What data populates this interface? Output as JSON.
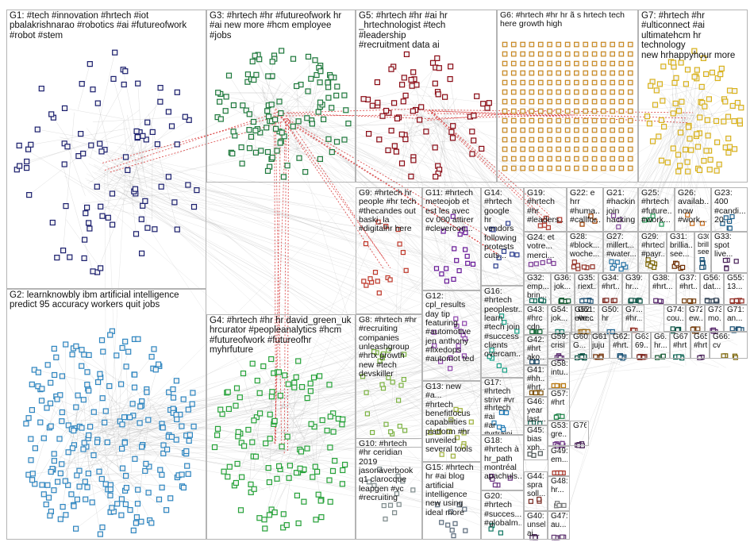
{
  "groups": [
    {
      "id": "G1",
      "label": "G1: #tech #innovation #hrtech #iot\npbalakrishnarao #robotics #ai #futureofwork\n#robot #stem",
      "color": "#1b1f6e"
    },
    {
      "id": "G2",
      "label": "G2: learnknowbly ibm artificial intelligence\npredict 95 accuracy workers quit jobs",
      "color": "#2e86c1"
    },
    {
      "id": "G3",
      "label": "G3: #hrtech #hr #futureofwork hr\n#ai new more #hcm employee\n#jobs",
      "color": "#1e7a3c"
    },
    {
      "id": "G4",
      "label": "G4: #hrtech #hr hr david_green_uk\nhrcurator #peopleanalytics #hcm\n#futureofwork #futureofhr\nmyhrfuture",
      "color": "#27a33a"
    },
    {
      "id": "G5",
      "label": "G5: #hrtech #hr #ai hr\n_hrtechnologist #tech #leadership\n#recruitment data ai",
      "color": "#8b0a14"
    },
    {
      "id": "G6",
      "label": "G6: #hrtech #hr hr ã s hrtech tech\nhere growth high",
      "color": "#c8871e"
    },
    {
      "id": "G7",
      "label": "G7: #hrtech #hr\n#ulticonnect #ai\nultimatehcm hr technology\nnew hrhappyhour more",
      "color": "#d9b21c"
    },
    {
      "id": "G8",
      "label": "G8: #hrtech #hr\n#recruiting\ncompanies\nunleashgroup\n#hrtx growth\nnew #tech\ndevskiller",
      "color": "#7cb342"
    },
    {
      "id": "G9",
      "label": "G9: #hrtech hr\npeople #hr tech\n#thecandes out\nbaski_la\n#digitalhr here",
      "color": "#c0392b"
    },
    {
      "id": "G10",
      "label": "G10: #hrtech\n#hr ceridian\n2019\njasonaverbook\nq1 clarocque\nleapgen #vc\n#recruiting",
      "color": "#7f8c8d"
    },
    {
      "id": "G11",
      "label": "G11: #hrtech\nmeteojob et\nest les avec\ncv 000 attirer\n#clevercon...",
      "color": "#6a1b9a"
    },
    {
      "id": "G12",
      "label": "G12:\ncpl_results\nday tip\nfeaturing\n#automotive\njen anthony\n#fixedops\n#automot ted",
      "color": "#8e44ad"
    },
    {
      "id": "G13",
      "label": "G13: new #a...\n#hrtech\nbenefitfocus\ncapabilities\nplatform #hr\nunveiled\nseveral tools",
      "color": "#9fb23c"
    },
    {
      "id": "G14",
      "label": "G14:\n#hrtech\ngoogle\nhr\nvendors\nfollowing\nprotests\ncuts...",
      "color": "#2c3e90"
    },
    {
      "id": "G15",
      "label": "G15: #hrtech\nhr #ai blog\nartificial\nintelligence\nnew using\nideal more",
      "color": "#5d6d7e"
    },
    {
      "id": "G16",
      "label": "G16:\n#hrtech\npeoplestr...\nlearn\n#tech join\n#success\nclients\novercam...",
      "color": "#16a085"
    },
    {
      "id": "G17",
      "label": "G17: #hrtech\nstrivr #vr\n#hrtech #ai\n#ar #vrtraini...",
      "color": "#2980b9"
    },
    {
      "id": "G18",
      "label": "G18:\n#hrtech à\nhr_path\nmontréal\napachuls...",
      "color": "#6c3483"
    },
    {
      "id": "G19",
      "label": "G19:\n#hrtech\n#hr\n#leaders...",
      "color": "#b03a2e"
    },
    {
      "id": "G20",
      "label": "G20:\n#hrtech\n#succes...\n#globalm...",
      "color": "#117a65"
    },
    {
      "id": "G21",
      "label": "G21:\n#hackin...\njoin\nhacking...",
      "color": "#884ea0"
    },
    {
      "id": "G22",
      "label": "G22: e\nhrr\n#huma...\n#callfor...",
      "color": "#a04000"
    },
    {
      "id": "G23",
      "label": "G23:\n400\n#candi...\n20...",
      "color": "#1f618d"
    },
    {
      "id": "G24",
      "label": "G24: et\nvotre...\nmerci...",
      "color": "#7d3c98"
    },
    {
      "id": "G25",
      "label": "G25:\n#hrtech\n#future...\n#work...",
      "color": "#239b56"
    },
    {
      "id": "G26",
      "label": "G26:\navailab...\nnow\n#work...",
      "color": "#ca6f1e"
    },
    {
      "id": "G27",
      "label": "G27:\nmillert...\n#water...",
      "color": "#2874a6"
    },
    {
      "id": "G28",
      "label": "G28:\n#block...\nwoche...",
      "color": "#943126"
    },
    {
      "id": "G29",
      "label": "G29:\n#hrtech\n#payr...",
      "color": "#7d6608"
    },
    {
      "id": "G30",
      "label": "G30\nbrillia...\nsee...",
      "color": "#1a5276"
    },
    {
      "id": "G31",
      "label": "G31:\nbrillia...\nsee...",
      "color": "#6e2c00"
    },
    {
      "id": "G32",
      "label": "G32:\nemp...\nbrin...",
      "color": "#0e6655"
    },
    {
      "id": "G33",
      "label": "G33:\nspot\nlive...",
      "color": "#4a235a"
    },
    {
      "id": "G34",
      "label": "G34:\n#hrt...",
      "color": "#7b241c"
    },
    {
      "id": "G35",
      "label": "G35:\nriext...",
      "color": "#1b4f72"
    },
    {
      "id": "G36",
      "label": "G36:\njok...",
      "color": "#145a32"
    },
    {
      "id": "G37",
      "label": "G37:\n#hrt...",
      "color": "#784212"
    },
    {
      "id": "G38",
      "label": "G38:\n#hrt...",
      "color": "#5b2c6f"
    },
    {
      "id": "G39",
      "label": "G39:\nhr...",
      "color": "#0b5345"
    },
    {
      "id": "G40",
      "label": "G40:\nunsel\nai...",
      "color": "#512e5f"
    },
    {
      "id": "G41",
      "label": "G41:\n#hh...\n#hrt...",
      "color": "#7e5109"
    },
    {
      "id": "G42",
      "label": "G42:\n#hrt\nako...",
      "color": "#154360"
    },
    {
      "id": "G43",
      "label": "G43:\n#hrc\ncdn...",
      "color": "#186a3b"
    },
    {
      "id": "G44",
      "label": "G44:\nspra\nsoll...",
      "color": "#78281f"
    },
    {
      "id": "G45",
      "label": "G45:\nbias\nxph...",
      "color": "#4d5656"
    },
    {
      "id": "G46",
      "label": "G46:\nyear\nlast...",
      "color": "#0e6251"
    },
    {
      "id": "G47",
      "label": "G47:\nau...",
      "color": "#633974"
    },
    {
      "id": "G48",
      "label": "G48:\nhr...",
      "color": "#7b7d7d"
    },
    {
      "id": "G49",
      "label": "G49:\nem...",
      "color": "#a93226"
    },
    {
      "id": "G50",
      "label": "G50:\nhr",
      "color": "#1f618d"
    },
    {
      "id": "G51",
      "label": "G51:\n#rec",
      "color": "#196f3d"
    },
    {
      "id": "G52",
      "label": "G52:\neve...",
      "color": "#9c640c"
    },
    {
      "id": "G53",
      "label": "G53:\ngre...",
      "color": "#6c3483"
    },
    {
      "id": "G54",
      "label": "G54:\njok...",
      "color": "#117864"
    },
    {
      "id": "G55",
      "label": "G55:\n13...",
      "color": "#922b21"
    },
    {
      "id": "G56",
      "label": "G56:\ndat...",
      "color": "#2e4053"
    },
    {
      "id": "G57",
      "label": "G57:\n#hrt",
      "color": "#1d8348"
    },
    {
      "id": "G58",
      "label": "G58:\nintu...",
      "color": "#b9770e"
    },
    {
      "id": "G59",
      "label": "G59:\ncrisi",
      "color": "#5b2c6f"
    },
    {
      "id": "G60",
      "label": "G60:\nG...",
      "color": "#0b5345"
    },
    {
      "id": "G61",
      "label": "G61:\njuju",
      "color": "#6e2c00"
    },
    {
      "id": "G62",
      "label": "G62:\n#hrt...",
      "color": "#1a5276"
    },
    {
      "id": "G63",
      "label": "G63:\n69...",
      "color": "#7b241c"
    },
    {
      "id": "G64",
      "label": "G6...\nhr...",
      "color": "#145a32"
    },
    {
      "id": "G65",
      "label": "G65:\n#hrt",
      "color": "#4a235a"
    },
    {
      "id": "G66",
      "label": "G66:\ncv",
      "color": "#7d6608"
    },
    {
      "id": "G67",
      "label": "G67:\n#hrt",
      "color": "#0e6655"
    },
    {
      "id": "G70",
      "label": "G7...\n#hr...",
      "color": "#943126"
    },
    {
      "id": "G71",
      "label": "G71:\nan...",
      "color": "#1b4f72"
    },
    {
      "id": "G72",
      "label": "G72:\new...",
      "color": "#784212"
    },
    {
      "id": "G73",
      "label": "G73:\nmo...",
      "color": "#5b2c6f"
    },
    {
      "id": "G74",
      "label": "G74:\ncou...",
      "color": "#0b5345"
    },
    {
      "id": "G76",
      "label": "G76",
      "color": "#512e5f"
    }
  ],
  "summary": {
    "total_groups_visible_label": "G1–G76"
  }
}
